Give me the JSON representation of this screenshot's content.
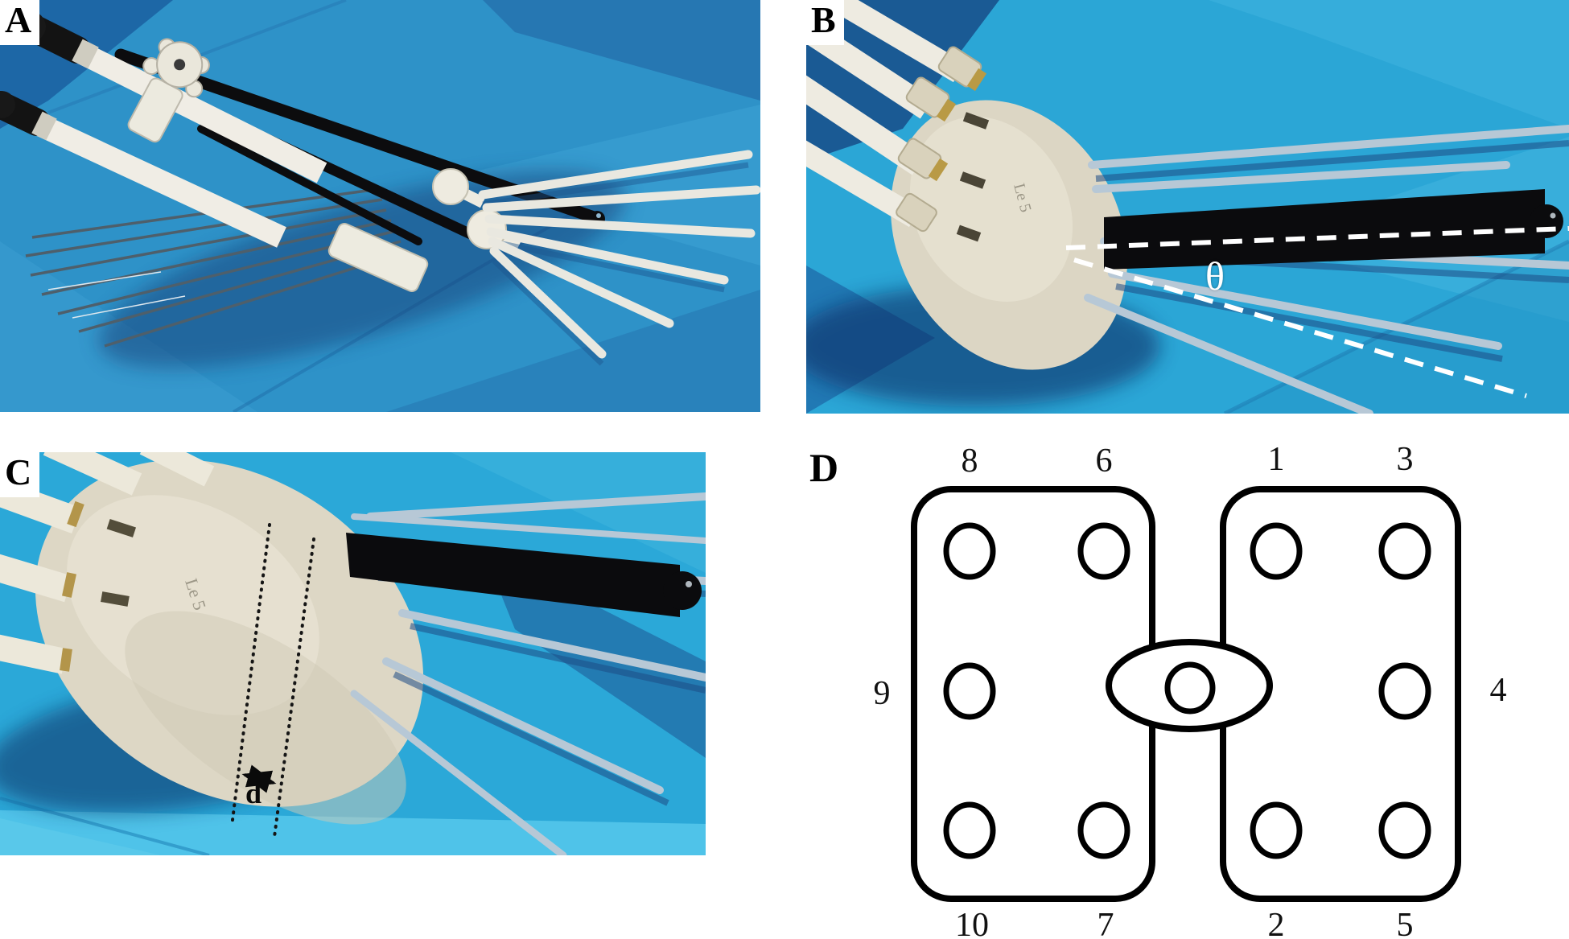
{
  "panels": {
    "a": {
      "label": "A"
    },
    "b": {
      "label": "B",
      "theta_symbol": "θ",
      "hub_marking": "Le 5"
    },
    "c": {
      "label": "C",
      "distance_label": "d",
      "hub_marking": "Le 5"
    },
    "d": {
      "label": "D",
      "numbers": {
        "n1": "1",
        "n2": "2",
        "n3": "3",
        "n4": "4",
        "n5": "5",
        "n6": "6",
        "n7": "7",
        "n8": "8",
        "n9": "9",
        "n10": "10"
      },
      "left_plate": {
        "top": [
          "8",
          "6"
        ],
        "left_side": "9",
        "bottom": [
          "10",
          "7"
        ]
      },
      "right_plate": {
        "top": [
          "1",
          "3"
        ],
        "right_side": "4",
        "bottom": [
          "2",
          "5"
        ]
      },
      "left_plate_hole_count": 5,
      "right_plate_hole_count": 5,
      "center_hole_count": 1
    }
  },
  "colors": {
    "page_background": "#ffffff",
    "drape_blue": "#2ba6d6",
    "drape_fold_dark": "#1a4f8e",
    "hub_beige": "#dcd6c4",
    "rod_black": "#0b0b0d",
    "needle_gray": "#b7c8d6",
    "diagram_stroke": "#000000",
    "annotation_white": "#ffffff",
    "annotation_black": "#111111"
  }
}
